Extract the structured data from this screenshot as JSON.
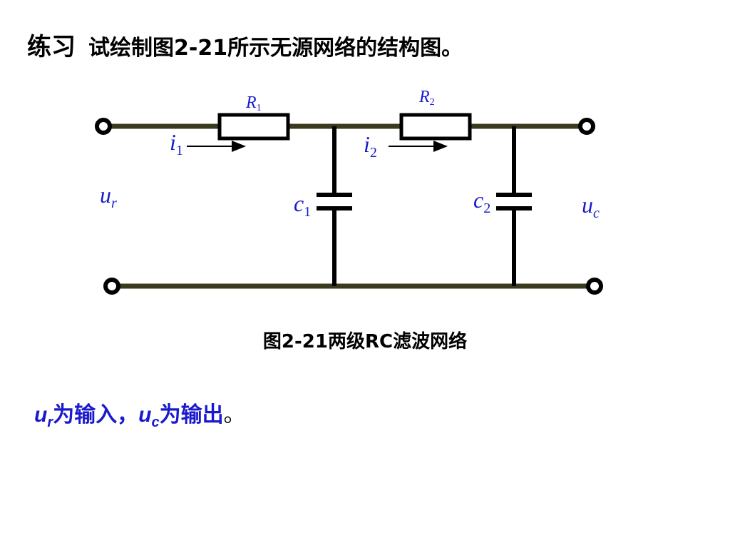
{
  "title": {
    "lead": "练习",
    "text": "试绘制图2-21所示无源网络的结构图。"
  },
  "circuit": {
    "colors": {
      "wire": "#3a3a1e",
      "component": "#000000",
      "label": "#1a1acc"
    },
    "components": {
      "R1": {
        "symbol": "R",
        "sub": "1"
      },
      "R2": {
        "symbol": "R",
        "sub": "2"
      },
      "C1": {
        "symbol": "c",
        "sub": "1"
      },
      "C2": {
        "symbol": "c",
        "sub": "2"
      }
    },
    "currents": {
      "i1": {
        "symbol": "i",
        "sub": "1"
      },
      "i2": {
        "symbol": "i",
        "sub": "2"
      }
    },
    "voltages": {
      "input": {
        "symbol": "u",
        "sub": "r"
      },
      "output": {
        "symbol": "u",
        "sub": "c"
      }
    }
  },
  "caption": "图2-21两级RC滤波网络",
  "note": {
    "in_symbol": "u",
    "in_sub": "r",
    "in_text": "为输入，",
    "out_symbol": "u",
    "out_sub": "c",
    "out_text": "为输出",
    "end": "。"
  }
}
